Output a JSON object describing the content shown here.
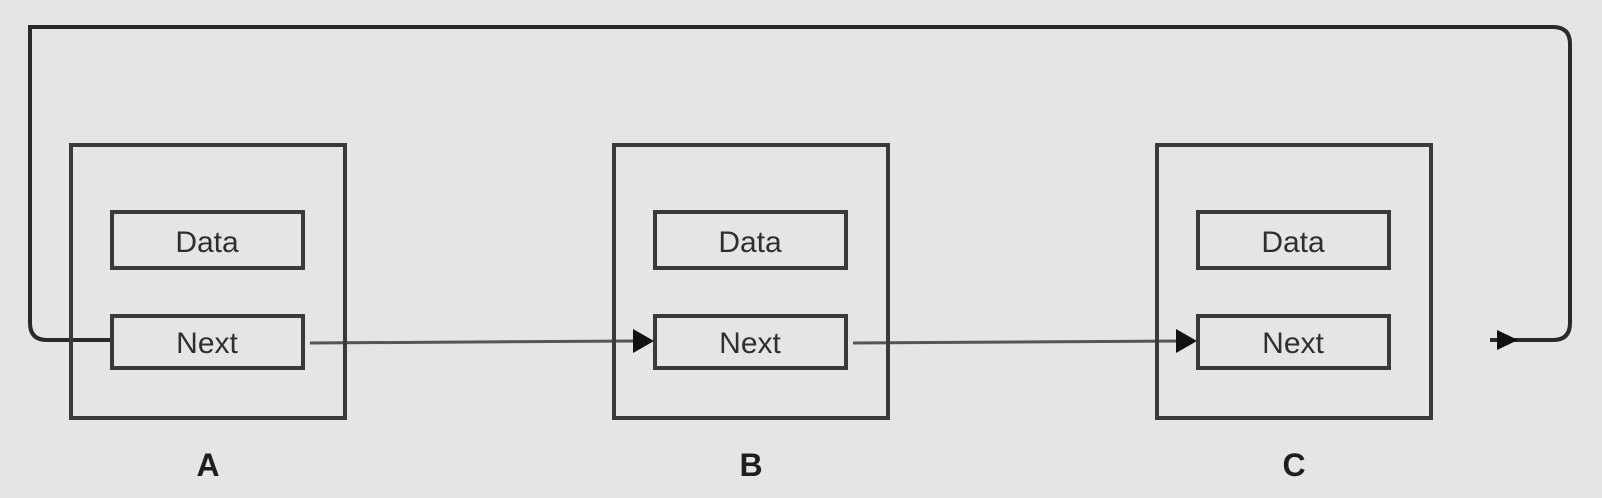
{
  "nodes": [
    {
      "name": "A",
      "fields": [
        "Data",
        "Next"
      ]
    },
    {
      "name": "B",
      "fields": [
        "Data",
        "Next"
      ]
    },
    {
      "name": "C",
      "fields": [
        "Data",
        "Next"
      ]
    }
  ],
  "links": [
    {
      "from": "A",
      "to": "B"
    },
    {
      "from": "B",
      "to": "C"
    },
    {
      "from": "C",
      "to": "A"
    }
  ],
  "colors": {
    "background": "#e5e5e5",
    "stroke": "#3a3a3a",
    "arrow": "#111111"
  }
}
